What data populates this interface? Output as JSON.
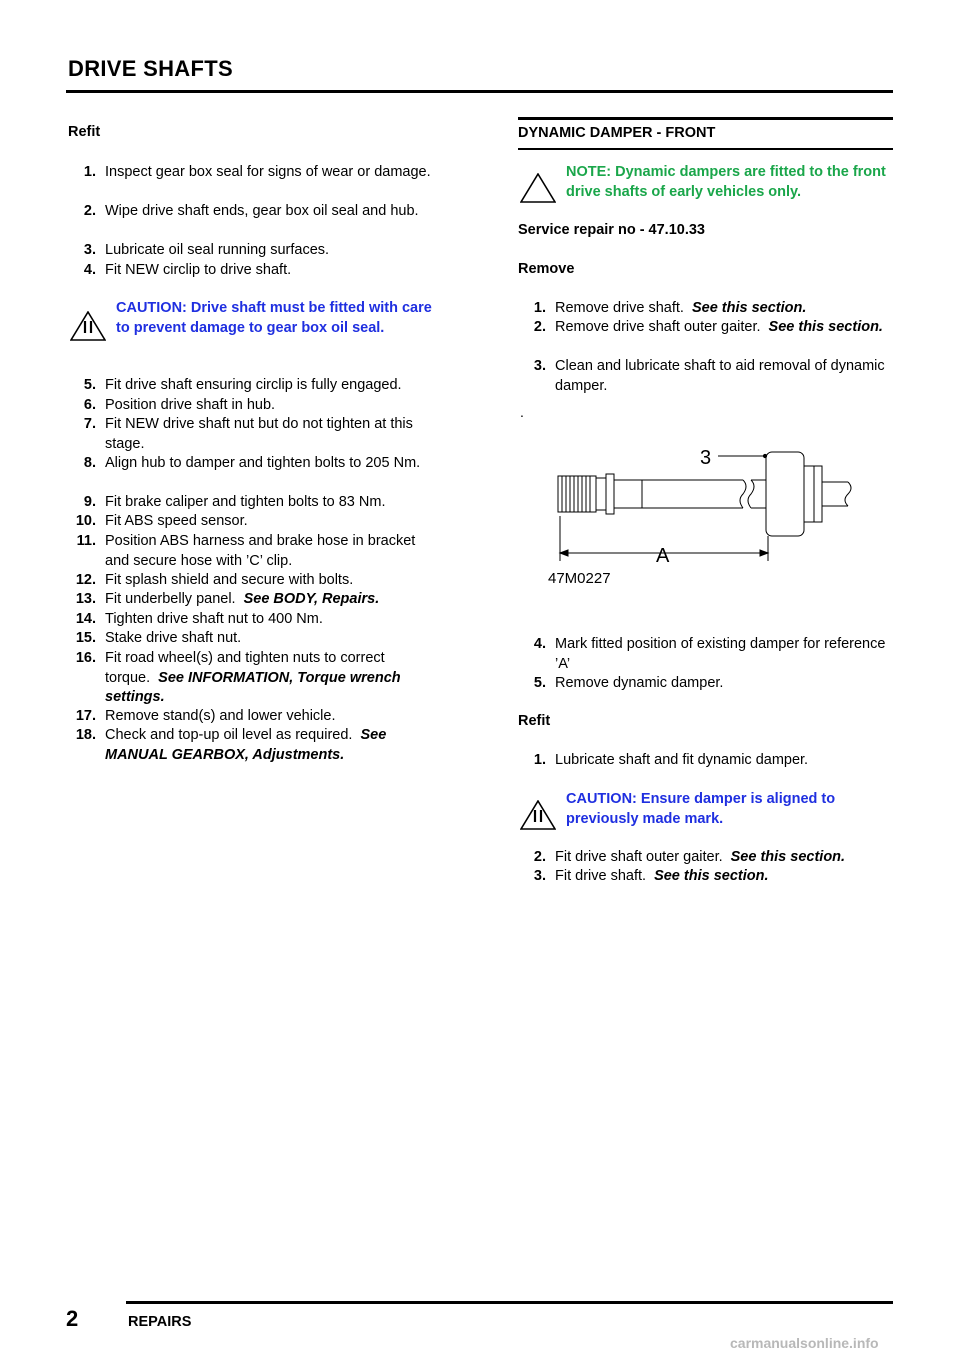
{
  "header": {
    "title": "DRIVE SHAFTS"
  },
  "left": {
    "refit_heading": "Refit",
    "steps_a": [
      {
        "n": "1.",
        "t": "Inspect gear box seal for signs of wear or damage.",
        "ref": ""
      },
      {
        "n": "2.",
        "t": "Wipe drive shaft ends, gear box oil seal and hub.",
        "ref": ""
      },
      {
        "n": "3.",
        "t": "Lubricate oil seal running surfaces.",
        "ref": ""
      },
      {
        "n": "4.",
        "t": "Fit NEW circlip to drive shaft.",
        "ref": ""
      }
    ],
    "caution": "CAUTION: Drive shaft must be fitted with care to prevent damage to gear box oil seal.",
    "steps_b": [
      {
        "n": "5.",
        "t": "Fit drive shaft ensuring circlip is fully engaged.",
        "ref": ""
      },
      {
        "n": "6.",
        "t": "Position drive shaft in hub.",
        "ref": ""
      },
      {
        "n": "7.",
        "t": "Fit NEW drive shaft nut but do not tighten at this stage.",
        "ref": ""
      },
      {
        "n": "8.",
        "t": "Align hub to damper and tighten bolts to 205 Nm.",
        "ref": ""
      },
      {
        "n": "9.",
        "t": "Fit brake caliper and tighten bolts to 83 Nm.",
        "ref": ""
      },
      {
        "n": "10.",
        "t": "Fit ABS speed sensor.",
        "ref": ""
      },
      {
        "n": "11.",
        "t": "Position ABS harness and brake hose in bracket and secure hose with ’C’ clip.",
        "ref": ""
      },
      {
        "n": "12.",
        "t": "Fit splash shield and secure with bolts.",
        "ref": ""
      },
      {
        "n": "13.",
        "t": "Fit underbelly panel.",
        "ref": "See  BODY, Repairs."
      },
      {
        "n": "14.",
        "t": "Tighten drive shaft nut to 400 Nm.",
        "ref": ""
      },
      {
        "n": "15.",
        "t": "Stake drive shaft nut.",
        "ref": ""
      },
      {
        "n": "16.",
        "t": "Fit road wheel(s) and tighten nuts to correct torque.",
        "ref": "See  INFORMATION, Torque wrench settings."
      },
      {
        "n": "17.",
        "t": "Remove stand(s) and lower vehicle.",
        "ref": ""
      },
      {
        "n": "18.",
        "t": "Check and top-up oil level as required.",
        "ref": "See  MANUAL GEARBOX, Adjustments."
      }
    ]
  },
  "right": {
    "section_title": "DYNAMIC DAMPER - FRONT",
    "note": "NOTE: Dynamic dampers are fitted to the front drive shafts of early vehicles only.",
    "service_repair": "Service repair no - 47.10.33",
    "remove_heading": "Remove",
    "remove_steps": [
      {
        "n": "1.",
        "t": "Remove drive shaft.",
        "ref": "See this section."
      },
      {
        "n": "2.",
        "t": "Remove drive shaft outer gaiter.",
        "ref": "See this section."
      },
      {
        "n": "3.",
        "t": "Clean and lubricate shaft to aid removal of dynamic damper.",
        "ref": ""
      }
    ],
    "dot": ".",
    "figure": {
      "callout_3": "3",
      "callout_a": "A",
      "code": "47M0227"
    },
    "remove_steps_2": [
      {
        "n": "4.",
        "t": "Mark fitted position of existing damper for reference ’A’",
        "ref": ""
      },
      {
        "n": "5.",
        "t": "Remove dynamic damper.",
        "ref": ""
      }
    ],
    "refit_heading": "Refit",
    "refit_steps": [
      {
        "n": "1.",
        "t": "Lubricate shaft and fit dynamic damper.",
        "ref": ""
      }
    ],
    "caution": "CAUTION: Ensure damper is aligned to previously made mark.",
    "refit_steps_2": [
      {
        "n": "2.",
        "t": "Fit drive shaft outer gaiter.",
        "ref": "See this section."
      },
      {
        "n": "3.",
        "t": "Fit drive shaft.",
        "ref": "See this section."
      }
    ]
  },
  "footer": {
    "page_number": "2",
    "section": "REPAIRS",
    "watermark": "carmanualsonline.info"
  }
}
